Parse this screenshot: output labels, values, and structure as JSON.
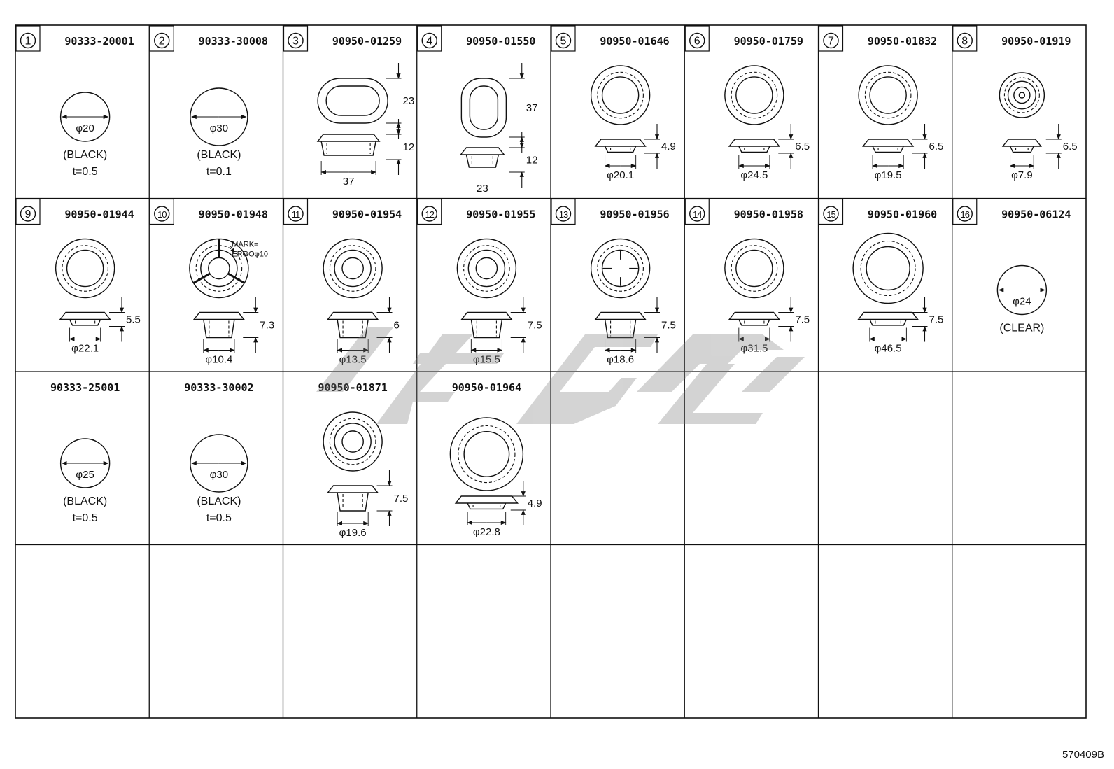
{
  "reference_code": "570409B",
  "watermark_text": "ITS GO",
  "cells": [
    {
      "index": "1",
      "part_number": "90333-20001",
      "shape": "plug",
      "dims": [
        "φ20"
      ],
      "notes": [
        "(BLACK)",
        "t=0.5"
      ]
    },
    {
      "index": "2",
      "part_number": "90333-30008",
      "shape": "plug",
      "dims": [
        "φ30"
      ],
      "notes": [
        "(BLACK)",
        "t=0.1"
      ]
    },
    {
      "index": "3",
      "part_number": "90950-01259",
      "shape": "oval-h",
      "dims": [
        "23",
        "12",
        "37"
      ],
      "notes": []
    },
    {
      "index": "4",
      "part_number": "90950-01550",
      "shape": "oval-v",
      "dims": [
        "37",
        "12",
        "23"
      ],
      "notes": []
    },
    {
      "index": "5",
      "part_number": "90950-01646",
      "shape": "grommet",
      "dims": [
        "4.9",
        "φ20.1"
      ],
      "notes": []
    },
    {
      "index": "6",
      "part_number": "90950-01759",
      "shape": "grommet",
      "dims": [
        "6.5",
        "φ24.5"
      ],
      "notes": []
    },
    {
      "index": "7",
      "part_number": "90950-01832",
      "shape": "grommet",
      "dims": [
        "6.5",
        "φ19.5"
      ],
      "notes": []
    },
    {
      "index": "8",
      "part_number": "90950-01919",
      "shape": "grommet-small",
      "dims": [
        "6.5",
        "φ7.9"
      ],
      "notes": []
    },
    {
      "index": "9",
      "part_number": "90950-01944",
      "shape": "grommet",
      "dims": [
        "5.5",
        "φ22.1"
      ],
      "notes": []
    },
    {
      "index": "10",
      "part_number": "90950-01948",
      "shape": "ergo",
      "dims": [
        "7.3",
        "φ10.4"
      ],
      "notes": [
        "MARK=",
        "ERGOφ10"
      ]
    },
    {
      "index": "11",
      "part_number": "90950-01954",
      "shape": "grommet-tall",
      "dims": [
        "6",
        "φ13.5"
      ],
      "notes": []
    },
    {
      "index": "12",
      "part_number": "90950-01955",
      "shape": "grommet-tall",
      "dims": [
        "7.5",
        "φ15.5"
      ],
      "notes": []
    },
    {
      "index": "13",
      "part_number": "90950-01956",
      "shape": "grommet-cross",
      "dims": [
        "7.5",
        "φ18.6"
      ],
      "notes": []
    },
    {
      "index": "14",
      "part_number": "90950-01958",
      "shape": "grommet",
      "dims": [
        "7.5",
        "φ31.5"
      ],
      "notes": []
    },
    {
      "index": "15",
      "part_number": "90950-01960",
      "shape": "grommet-large",
      "dims": [
        "7.5",
        "φ46.5"
      ],
      "notes": []
    },
    {
      "index": "16",
      "part_number": "90950-06124",
      "shape": "plug",
      "dims": [
        "φ24"
      ],
      "notes": [
        "(CLEAR)"
      ]
    },
    {
      "index": "",
      "part_number": "90333-25001",
      "shape": "plug",
      "dims": [
        "φ25"
      ],
      "notes": [
        "(BLACK)",
        "t=0.5"
      ]
    },
    {
      "index": "",
      "part_number": "90333-30002",
      "shape": "plug",
      "dims": [
        "φ30"
      ],
      "notes": [
        "(BLACK)",
        "t=0.5"
      ]
    },
    {
      "index": "",
      "part_number": "90950-01871",
      "shape": "grommet-tall",
      "dims": [
        "7.5",
        "φ19.6"
      ],
      "notes": []
    },
    {
      "index": "",
      "part_number": "90950-01964",
      "shape": "grommet-ring",
      "dims": [
        "4.9",
        "φ22.8"
      ],
      "notes": []
    }
  ]
}
